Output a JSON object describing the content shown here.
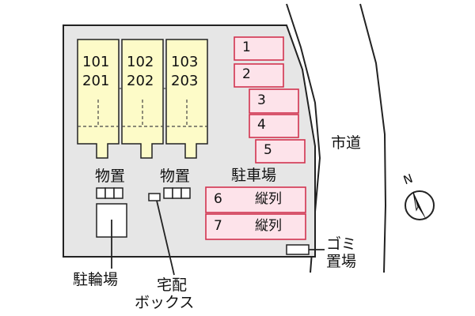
{
  "colors": {
    "site": "#e6e6e6",
    "building": "#fdfbc8",
    "parking": "#fde3ea",
    "parking_border": "#d2334f",
    "line": "#222222"
  },
  "buildings": [
    {
      "top": "101",
      "bottom": "201"
    },
    {
      "top": "102",
      "bottom": "202"
    },
    {
      "top": "103",
      "bottom": "203"
    }
  ],
  "storage_labels": [
    "物置",
    "物置"
  ],
  "parking_title": "駐車場",
  "parking_spaces": [
    {
      "num": "1",
      "note": ""
    },
    {
      "num": "2",
      "note": ""
    },
    {
      "num": "3",
      "note": ""
    },
    {
      "num": "4",
      "note": ""
    },
    {
      "num": "5",
      "note": ""
    },
    {
      "num": "6",
      "note": "縦列"
    },
    {
      "num": "7",
      "note": "縦列"
    }
  ],
  "road_label": "市道",
  "bicycle_label": "駐輪場",
  "delivery_label_line1": "宅配",
  "delivery_label_line2": "ボックス",
  "garbage_label_line1": "ゴミ",
  "garbage_label_line2": "置場",
  "compass_label": "N",
  "icons": [
    "compass-icon"
  ]
}
